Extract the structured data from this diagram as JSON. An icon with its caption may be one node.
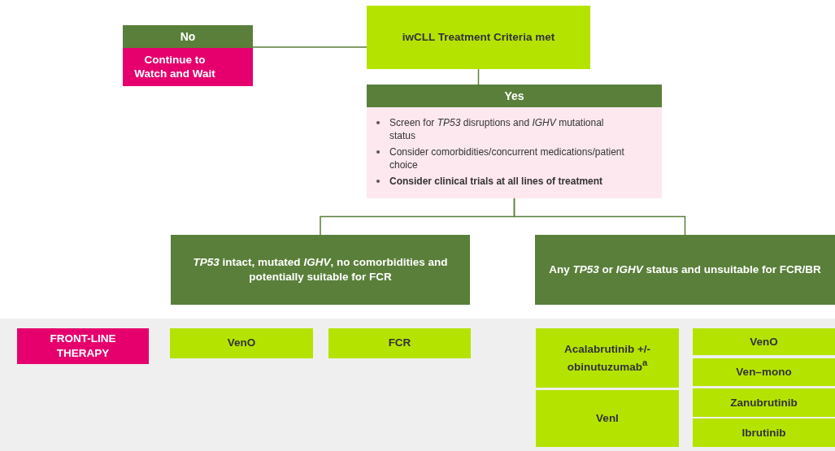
{
  "diagram": {
    "nodes": [
      {
        "text": [
          "iwCLL Treatment Criteria met"
        ]
      },
      {
        "text": [
          "No",
          "Continue to Watch and Wait"
        ]
      },
      {
        "text": [
          "Yes",
          "Screen for *TP53* disruptions and *IGHV* mutational status",
          "Consider comorbidities/concurrent medications/patient choice",
          "Consider clinical trials at all lines of treatment"
        ]
      },
      {
        "text": [
          "*TP53* intact, mutated *IGHV*, no comorbidities and potentially suitable for FCR"
        ]
      },
      {
        "text": [
          "Any *TP53* or *IGHV* status and unsuitable for FCR/BR"
        ]
      },
      {
        "text": [],
        "shape": "band"
      },
      {
        "text": [
          "FRONT-LINE THERAPY"
        ],
        "in": 5
      },
      {
        "text": [
          "VenO"
        ],
        "in": 5
      },
      {
        "text": [
          "FCR"
        ],
        "in": 5
      },
      {
        "text": [
          "Acalabrutinib +/- obinutuzumab$^{a}$"
        ],
        "in": 5
      },
      {
        "text": [
          "VenI"
        ],
        "in": 5
      },
      {
        "text": [
          "VenO"
        ],
        "in": 5
      },
      {
        "text": [
          "Ven–mono"
        ],
        "in": 5
      },
      {
        "text": [
          "Zanubrutinib"
        ],
        "in": 5
      },
      {
        "text": [
          "Ibrutinib"
        ],
        "in": 5
      }
    ],
    "edges": [
      {
        "from": 0,
        "to": 1,
        "arrow": "none"
      },
      {
        "from": 0,
        "to": 2,
        "arrow": "none"
      },
      {
        "from": 2,
        "to": 3,
        "arrow": "none"
      },
      {
        "from": 2,
        "to": 4,
        "arrow": "none"
      }
    ]
  }
}
